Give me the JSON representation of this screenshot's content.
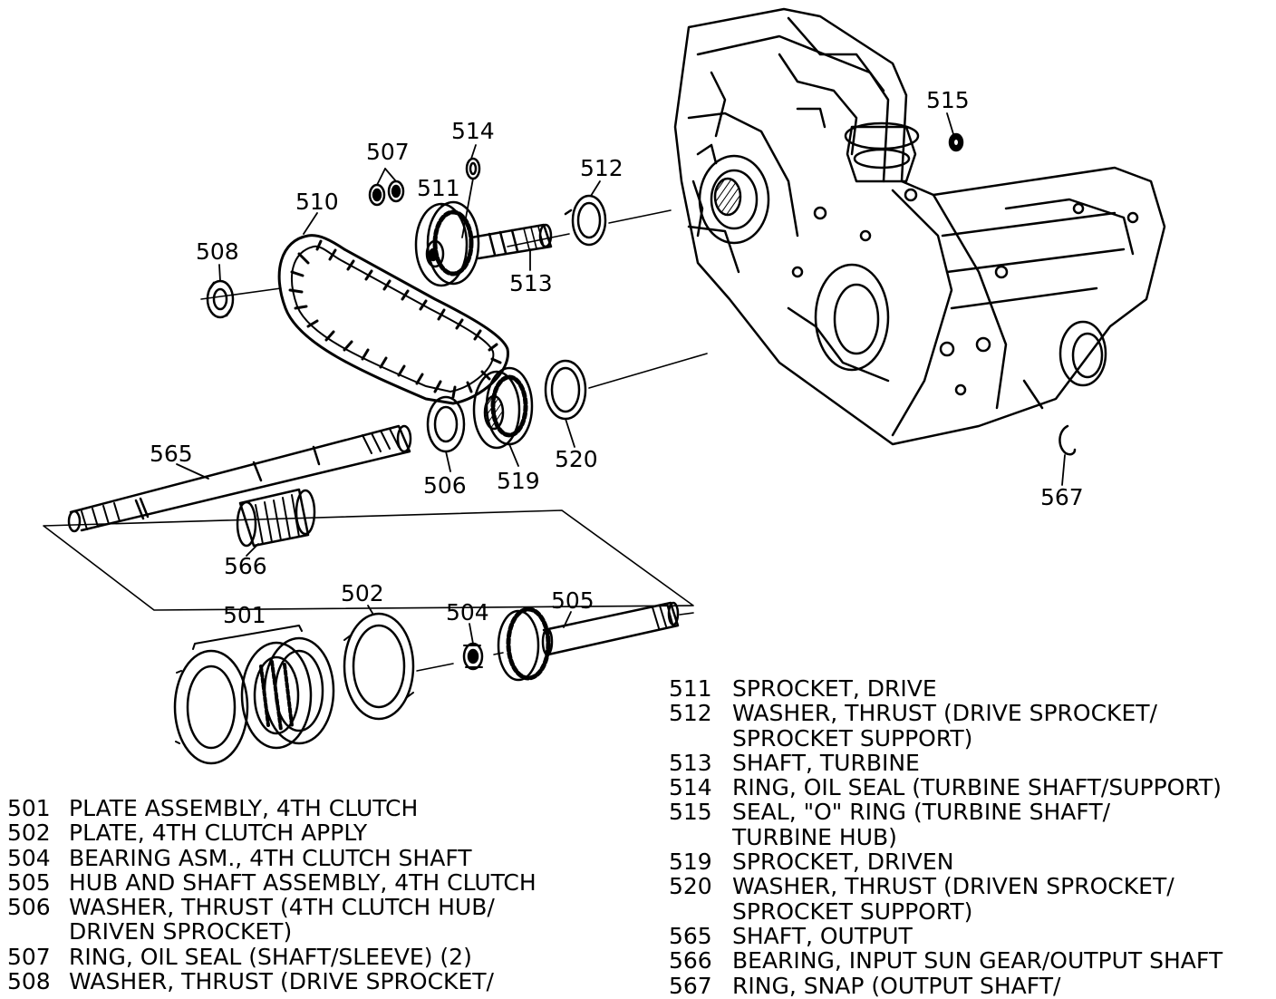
{
  "callouts": {
    "c501": "501",
    "c502": "502",
    "c504": "504",
    "c505": "505",
    "c506": "506",
    "c507": "507",
    "c508": "508",
    "c510": "510",
    "c511": "511",
    "c512": "512",
    "c513": "513",
    "c514": "514",
    "c515": "515",
    "c519": "519",
    "c520": "520",
    "c565": "565",
    "c566": "566",
    "c567": "567"
  },
  "legend_left": [
    {
      "num": "501",
      "desc": "PLATE ASSEMBLY, 4TH CLUTCH"
    },
    {
      "num": "502",
      "desc": "PLATE, 4TH CLUTCH APPLY"
    },
    {
      "num": "504",
      "desc": "BEARING ASM., 4TH CLUTCH SHAFT"
    },
    {
      "num": "505",
      "desc": "HUB AND SHAFT ASSEMBLY, 4TH CLUTCH"
    },
    {
      "num": "506",
      "desc": "WASHER, THRUST (4TH CLUTCH HUB/"
    },
    {
      "num": "",
      "desc": "DRIVEN SPROCKET)"
    },
    {
      "num": "507",
      "desc": "RING, OIL SEAL (SHAFT/SLEEVE) (2)"
    },
    {
      "num": "508",
      "desc": "WASHER, THRUST (DRIVE SPROCKET/"
    }
  ],
  "legend_right": [
    {
      "num": "511",
      "desc": "SPROCKET, DRIVE"
    },
    {
      "num": "512",
      "desc": "WASHER, THRUST (DRIVE SPROCKET/"
    },
    {
      "num": "",
      "desc": "SPROCKET SUPPORT)"
    },
    {
      "num": "513",
      "desc": "SHAFT, TURBINE"
    },
    {
      "num": "514",
      "desc": "RING, OIL SEAL (TURBINE SHAFT/SUPPORT)"
    },
    {
      "num": "515",
      "desc": "SEAL, \"O\" RING (TURBINE SHAFT/"
    },
    {
      "num": "",
      "desc": "TURBINE HUB)"
    },
    {
      "num": "519",
      "desc": "SPROCKET, DRIVEN"
    },
    {
      "num": "520",
      "desc": "WASHER, THRUST (DRIVEN SPROCKET/"
    },
    {
      "num": "",
      "desc": "SPROCKET SUPPORT)"
    },
    {
      "num": "565",
      "desc": "SHAFT, OUTPUT"
    },
    {
      "num": "566",
      "desc": "BEARING, INPUT SUN GEAR/OUTPUT SHAFT"
    },
    {
      "num": "567",
      "desc": "RING, SNAP (OUTPUT SHAFT/"
    }
  ]
}
